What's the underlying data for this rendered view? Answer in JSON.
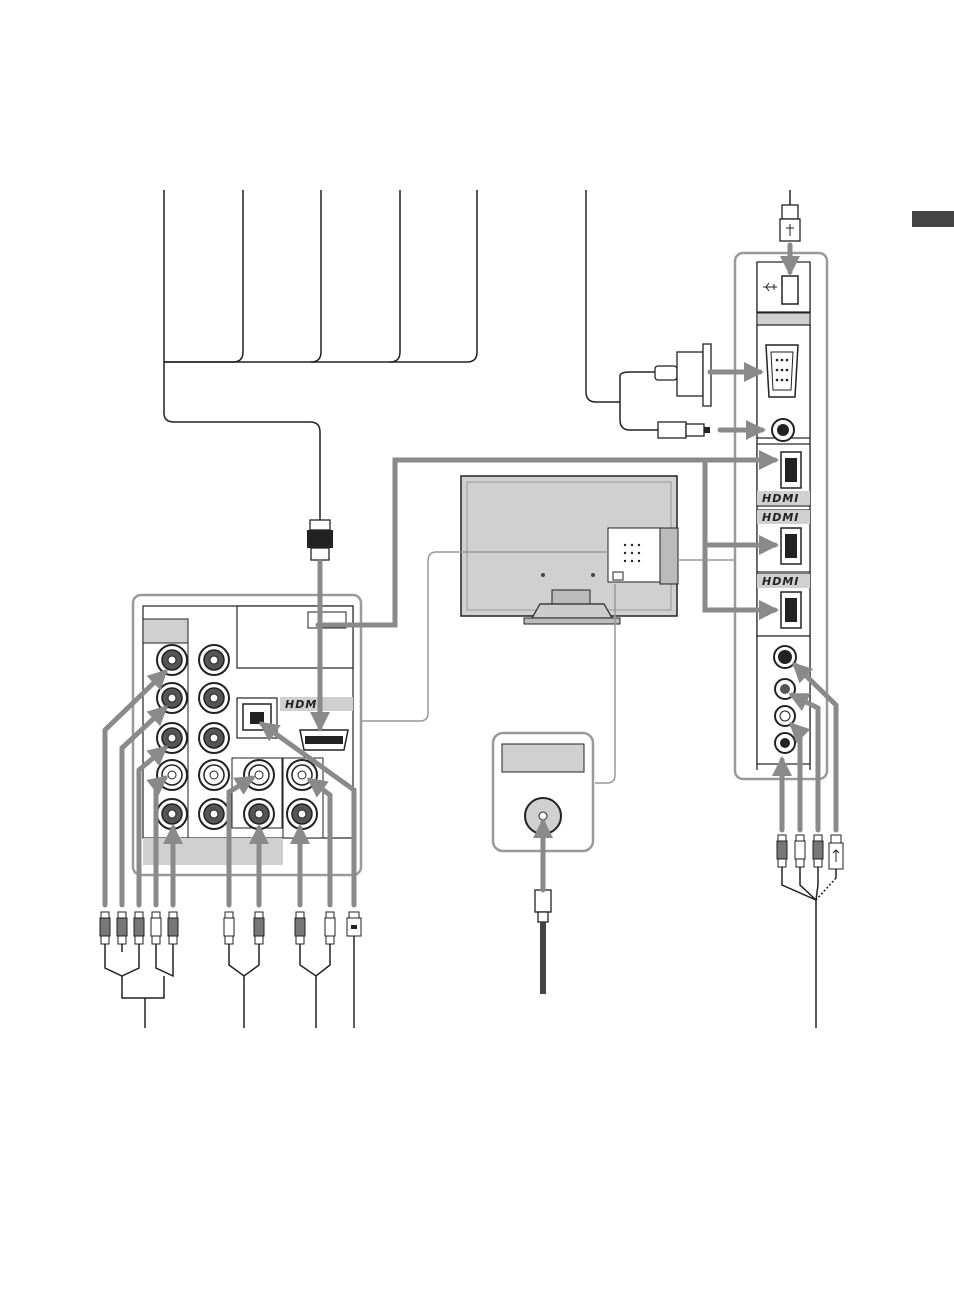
{
  "diagram": {
    "hdmi_logos": [
      "HDMI",
      "HDMI",
      "HDMI",
      "HDMI"
    ],
    "colors": {
      "line": "#222222",
      "cable": "#8a8a8a",
      "panel_edge": "#9a9a9a",
      "tv_body": "#d0d0d0",
      "section_tab": "#444444"
    },
    "icons": [
      "usb-icon",
      "vga-connector-icon",
      "hdmi-plug-icon",
      "rca-plug-icon",
      "optical-plug-icon",
      "coax-plug-icon",
      "s-video-plug-icon",
      "usb-plug-icon"
    ]
  }
}
